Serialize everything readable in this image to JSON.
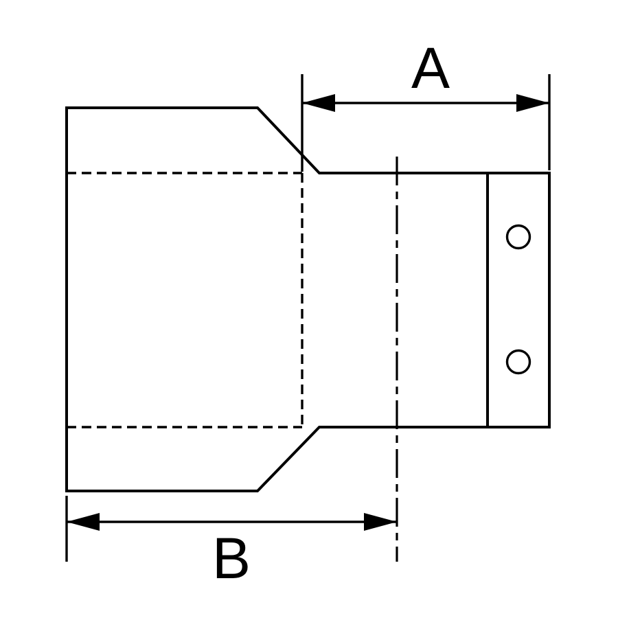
{
  "theme": {
    "background": "#ffffff",
    "line": "#000000"
  },
  "diagram": {
    "kind": "technical-drawing",
    "dimension_a": {
      "label": "A"
    },
    "dimension_b": {
      "label": "B"
    }
  }
}
